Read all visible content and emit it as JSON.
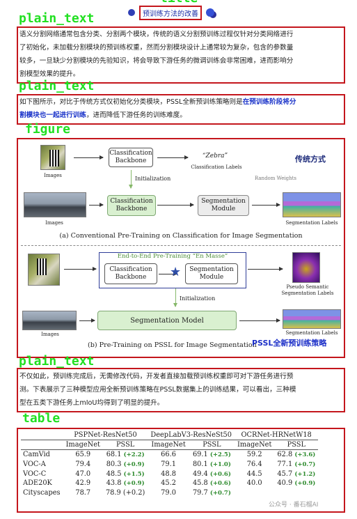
{
  "header": {
    "title": "预训练方法的改善"
  },
  "labels": {
    "title_top": "title",
    "plain_text_1": "plain_text",
    "plain_text_2": "plain_text",
    "figure": "figure",
    "plain_text_3": "plain_text",
    "table": "table"
  },
  "paragraph1": {
    "lines": [
      "语义分割网络通常包含分类、分割两个模块，传统的语义分割预训练过程仅针对分类网络进行",
      "了初始化，未加载分割模块的预训练权重，然而分割模块设计上通常较为复杂，包含的参数量",
      "较多，一旦缺少分割模块的先验知识，将会导致下游任务的微调训练会非常困难，进而影响分",
      "割模型效果的提升。"
    ]
  },
  "paragraph2": {
    "line1_a": "如下图所示，对比于传统方式仅初始化分类模块，PSSL全新预训练策略则是",
    "line1_b": "在预训练阶段将分",
    "line2_a": "割模块也一起进行训练",
    "line2_b": "，进而降低下游任务的训练难度。"
  },
  "figure": {
    "top": {
      "images_label_1": "Images",
      "images_label_2": "Images",
      "classification_backbone": "Classification Backbone",
      "zebra": "“Zebra”",
      "classification_labels": "Classification Labels",
      "initialization": "Initialization",
      "random_weights": "Random Weights",
      "classification_backbone_2": "Classification Backbone",
      "segmentation_module": "Segmentation Module",
      "segmentation_labels": "Segmentation Labels",
      "caption": "(a) Conventional Pre-Training on Classification for Image Segmentation",
      "cn_tag": "传统方式"
    },
    "bottom": {
      "en_masse": "End-to-End Pre-Training “En Masse”",
      "classification_backbone": "Classification Backbone",
      "segmentation_module": "Segmentation Module",
      "pseudo_labels": "Pseudo Semantic Segmentation Labels",
      "initialization": "Initialization",
      "segmentation_model": "Segmentation Model",
      "images_label_1": "Images",
      "images_label_2": "Images",
      "segmentation_labels": "Segmentation Labels",
      "caption": "(b) Pre-Training on PSSL for Image Segmentation",
      "cn_tag": "PSSL全新预训练策略"
    }
  },
  "paragraph3": {
    "lines": [
      "不仅如此，预训练完成后，无需修改代码，开发者直接加载预训练权重即可对下游任务进行预",
      "测。下表展示了三种模型应用全新预训练策略在PSSL数据集上的训练结果，可以看出，三种模",
      "型在五类下游任务上mIoU均得到了明显的提升。"
    ]
  },
  "table": {
    "groups": [
      "PSPNet-ResNet50",
      "DeepLabV3-ResNeSt50",
      "OCRNet-HRNetW18"
    ],
    "subheaders": [
      "ImageNet",
      "PSSL",
      "ImageNet",
      "PSSL",
      "ImageNet",
      "PSSL"
    ],
    "rows": [
      {
        "name": "CamVid",
        "cells": [
          "65.9",
          "68.1",
          "(+2.2)",
          "66.6",
          "69.1",
          "(+2.5)",
          "59.2",
          "62.8",
          "(+3.6)"
        ]
      },
      {
        "name": "VOC-A",
        "cells": [
          "79.4",
          "80.3",
          "(+0.9)",
          "79.1",
          "80.1",
          "(+1.0)",
          "76.4",
          "77.1",
          "(+0.7)"
        ]
      },
      {
        "name": "VOC-C",
        "cells": [
          "47.0",
          "48.5",
          "(+1.5)",
          "48.8",
          "49.4",
          "(+0.6)",
          "44.5",
          "45.7",
          "(+1.2)"
        ]
      },
      {
        "name": "ADE20K",
        "cells": [
          "42.9",
          "43.8",
          "(+0.9)",
          "45.2",
          "45.8",
          "(+0.6)",
          "40.0",
          "40.9",
          "(+0.9)"
        ]
      },
      {
        "name": "Cityscapes",
        "cells": [
          "78.7",
          "78.9",
          "(+0.2)",
          "79.0",
          "79.7",
          "(+0.7)",
          "",
          "",
          ""
        ]
      }
    ]
  },
  "watermark": "公众号 · 番石榴AI"
}
